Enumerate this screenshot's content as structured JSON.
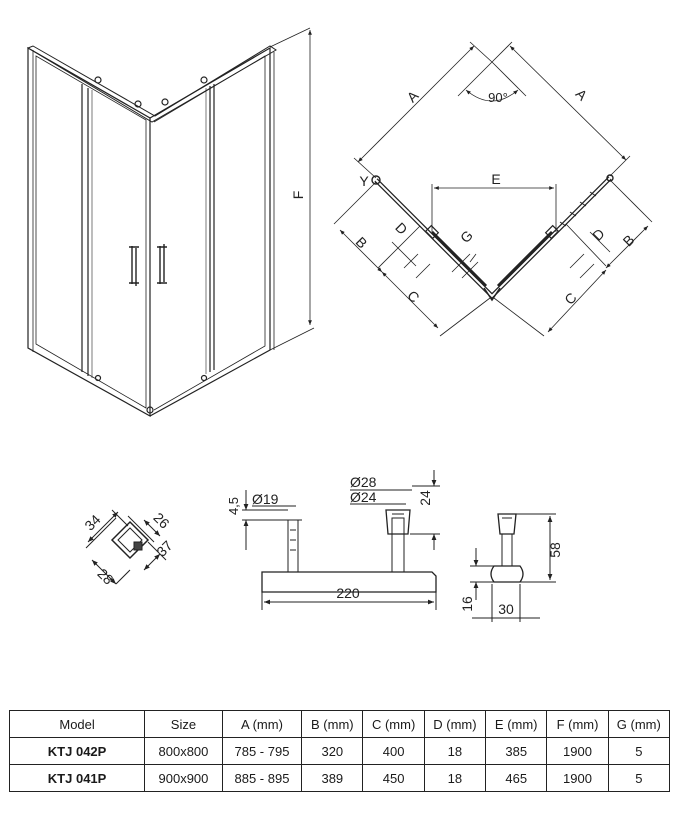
{
  "labels": {
    "A": "A",
    "B": "B",
    "C": "C",
    "D": "D",
    "E": "E",
    "F": "F",
    "G": "G",
    "Y": "Y",
    "angle": "90°",
    "dim_34": "34",
    "dim_26": "26",
    "dim_37": "37",
    "dim_28": "28",
    "dim_4_5": "4,5",
    "dim_d19": "Ø19",
    "dim_d28": "Ø28",
    "dim_d24": "Ø24",
    "dim_24": "24",
    "dim_220": "220",
    "dim_58": "58",
    "dim_16": "16",
    "dim_30": "30"
  },
  "table": {
    "headers": [
      "Model",
      "Size",
      "A (mm)",
      "B (mm)",
      "C (mm)",
      "D (mm)",
      "E (mm)",
      "F (mm)",
      "G (mm)"
    ],
    "rows": [
      [
        "KTJ 042P",
        "800x800",
        "785 - 795",
        "320",
        "400",
        "18",
        "385",
        "1900",
        "5"
      ],
      [
        "KTJ 041P",
        "900x900",
        "885 - 895",
        "389",
        "450",
        "18",
        "465",
        "1900",
        "5"
      ]
    ]
  }
}
